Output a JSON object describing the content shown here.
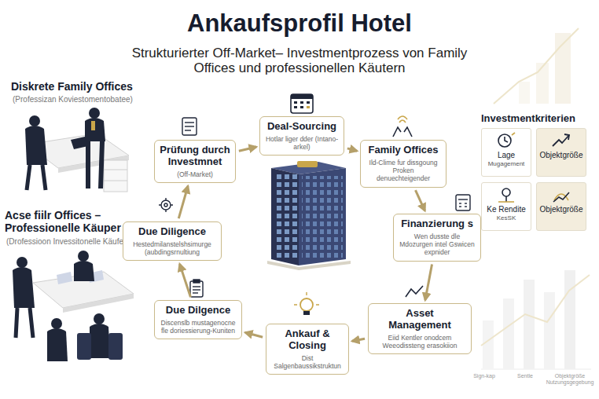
{
  "diagram": {
    "title": "Ankaufsprofil Hotel",
    "nodes": [
      {
        "text": [
          "Prüfung durch Investmnet",
          "(Off-Market)"
        ]
      },
      {
        "text": [
          "Deal-Sourcing",
          "Hotlar liger dder (Intano-arkel)"
        ]
      },
      {
        "text": [
          "Family Offices",
          "Ild-Clime fur dissgoung Proken denuechteigender"
        ]
      },
      {
        "text": [
          "Finanzierung s",
          "Wen dusste dle Mdozurgen intel Gswicen expnider"
        ]
      },
      {
        "text": [
          "Asset Management",
          "Eiid Kentler onodcem Weeodissteng erasokiion"
        ]
      },
      {
        "text": [
          "Ankauf & Closing",
          "Dist Salgenbaussikstruktun"
        ]
      },
      {
        "text": [
          "Due Dilgence",
          "Discenslb mustagenocne fle doriessierung-Kuniten"
        ]
      },
      {
        "text": [
          "Due Diligence",
          "Hestedmilanstelshsimurge (aubdingsrnultiung"
        ]
      },
      {
        "text": [
          "Lage",
          "Mugagement"
        ]
      },
      {
        "text": [
          "Objektgröße"
        ]
      },
      {
        "text": [
          "Ke Rendite",
          "KesSK"
        ]
      },
      {
        "text": [
          "Objektgröße"
        ]
      }
    ],
    "edges": [
      {
        "from": 1,
        "to": 2,
        "arrow": "to"
      },
      {
        "from": 2,
        "to": 3,
        "arrow": "to"
      },
      {
        "from": 3,
        "to": 4,
        "arrow": "to"
      },
      {
        "from": 4,
        "to": 5,
        "arrow": "to"
      },
      {
        "from": 5,
        "to": 6,
        "arrow": "to"
      },
      {
        "from": 6,
        "to": 7,
        "arrow": "to"
      },
      {
        "from": 7,
        "to": 0,
        "arrow": "to"
      },
      {
        "from": 0,
        "to": 1,
        "arrow": "to"
      }
    ],
    "labels": [
      "Strukturierter Off-Market– Investmentprozess von Family Offices und professionellen Käutern",
      "Diskrete Family Offices",
      "(Professizan Koviestomentobatee)",
      "Acse fiilr Offices – Professionelle Käuper",
      "(Drofessioon Invessitonelle Käufer)",
      "Investmentkriterien",
      "Sign-kap",
      "Sentle",
      "Objektgröße Nutzungsgegebung"
    ]
  }
}
